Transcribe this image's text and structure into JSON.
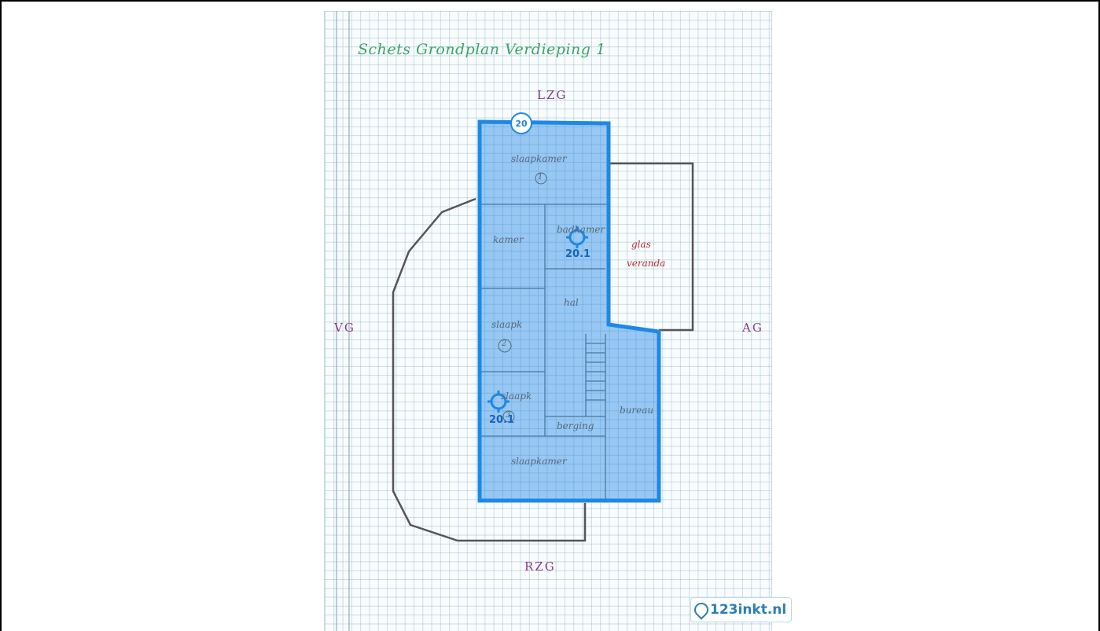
{
  "sketch": {
    "title": "Schets Grondplan Verdieping 1",
    "directions": {
      "top": "LZG",
      "bottom": "RZG",
      "left": "VG",
      "right": "AG"
    }
  },
  "rooms": {
    "slaapkamer_1": "slaapkamer",
    "slaapkamer_1_num": "1",
    "kamer": "kamer",
    "badkamer": "badkamer",
    "glas": "glas",
    "veranda": "veranda",
    "hal": "hal",
    "slaapk_2": "slaapk",
    "slaapk_2_num": "2",
    "slaapk_3": "slaapk",
    "slaapk_3_num": "3",
    "bureau": "bureau",
    "berging": "berging",
    "slaapkamer_bottom": "slaapkamer"
  },
  "markers": {
    "area_number": "20",
    "pin_top_label": "20.1",
    "pin_bottom_label": "20.1"
  },
  "watermark": {
    "brand": "123inkt.nl"
  },
  "colors": {
    "area_fill": "#1e88e5",
    "area_stroke": "#1e88e5",
    "title_green": "#3aa46a",
    "direction_purple": "#8a3a8a"
  }
}
